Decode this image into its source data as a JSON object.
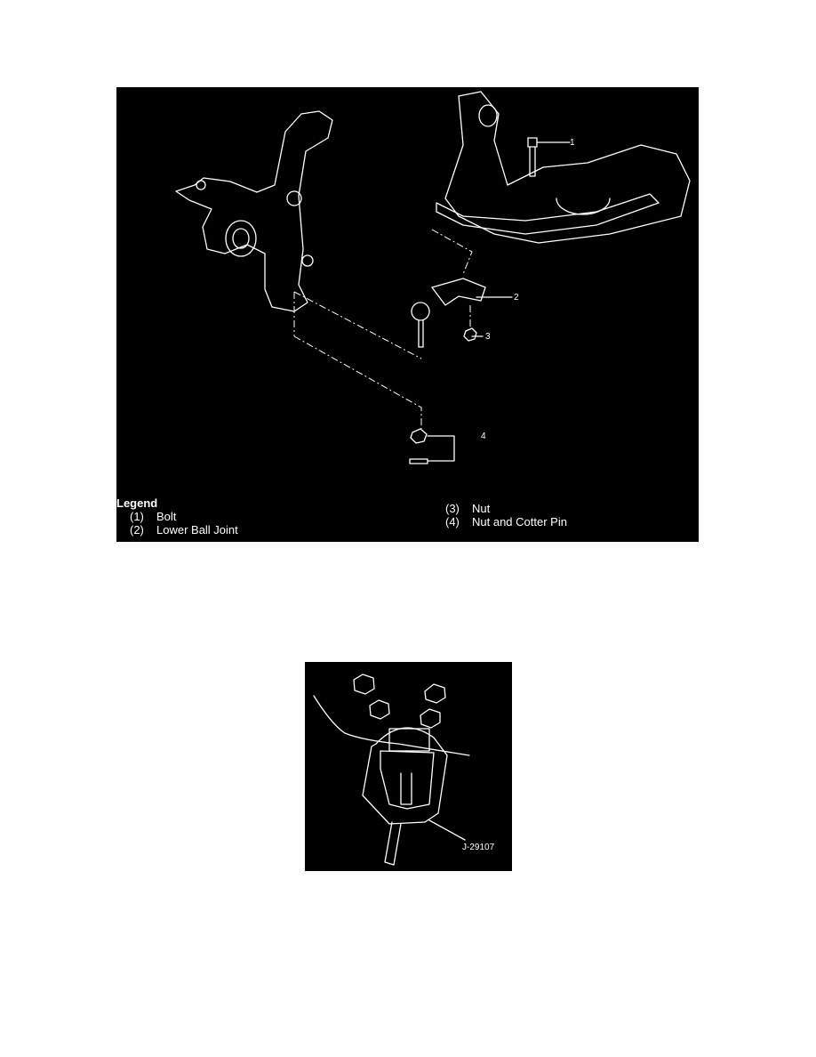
{
  "figure1": {
    "callouts": [
      "1",
      "2",
      "3",
      "4"
    ],
    "legend": {
      "title": "Legend",
      "items": [
        {
          "num": "(1)",
          "label": "Bolt"
        },
        {
          "num": "(2)",
          "label": "Lower Ball Joint"
        },
        {
          "num": "(3)",
          "label": "Nut"
        },
        {
          "num": "(4)",
          "label": "Nut and Cotter Pin"
        }
      ]
    }
  },
  "figure2": {
    "tool_label": "J-29107"
  }
}
